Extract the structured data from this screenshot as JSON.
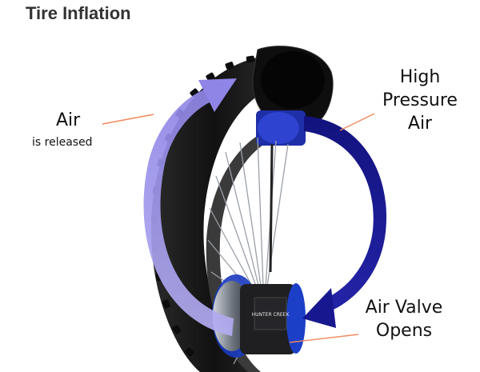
{
  "title": "Tire Inflation",
  "labels": {
    "air": "Air",
    "is_released": "is released",
    "high_pressure_air": [
      "High",
      "Pressure",
      "Air"
    ],
    "air_valve_opens": [
      "Air Valve",
      "Opens"
    ]
  },
  "hub_logo_text": "HUNTER CREEK",
  "colors": {
    "released_arrow": "#9c93e8",
    "high_pressure_arrow": "#17178f",
    "leader_line": "#f08a5d",
    "tire": "#1c1c1c",
    "hub_blue": "#2a4fd0"
  }
}
